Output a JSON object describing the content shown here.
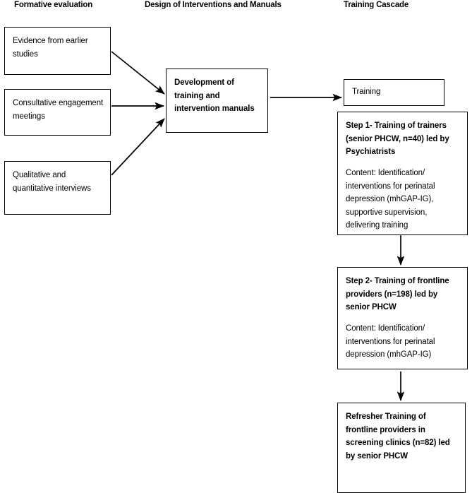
{
  "figure": {
    "type": "flowchart",
    "title": "",
    "columns": [
      {
        "id": "formative-evaluation",
        "label": "Formative evaluation"
      },
      {
        "id": "design-of-interventions",
        "label": "Design of Interventions and Manuals"
      },
      {
        "id": "training-cascade",
        "label": "Training Cascade"
      }
    ],
    "nodes": [
      {
        "id": "evidence-from-earlier-studies",
        "column": "formative-evaluation",
        "text": "Evidence from earlier studies",
        "bold": false
      },
      {
        "id": "consultative-engagement-meetings",
        "column": "formative-evaluation",
        "text": "Consultative engagement meetings",
        "bold": false
      },
      {
        "id": "qualitative-and-quantitative-interviews",
        "column": "formative-evaluation",
        "text": "Qualitative and quantitative interviews",
        "bold": false
      },
      {
        "id": "development-of-training-and-intervention-manuals",
        "column": "design-of-interventions",
        "text": "Development of training and intervention manuals",
        "bold": true
      },
      {
        "id": "training",
        "column": "training-cascade",
        "text": "Training",
        "bold": false
      },
      {
        "id": "step-1",
        "column": "training-cascade",
        "heading": "Step 1- Training of trainers (senior PHCW, n=40) led by Psychiatrists",
        "body": "Content: Identification/ interventions for perinatal depression (mhGAP-IG), supportive supervision, delivering training"
      },
      {
        "id": "step-2",
        "column": "training-cascade",
        "heading": "Step 2- Training of frontline providers (n=198) led by senior PHCW",
        "body": "Content: Identification/ interventions for perinatal depression (mhGAP-IG)"
      },
      {
        "id": "refresher-training",
        "column": "training-cascade",
        "heading": "Refresher Training of frontline providers in screening clinics (n=82) led by senior PHCW",
        "body": ""
      }
    ],
    "connectors": [
      {
        "from": "evidence-from-earlier-studies",
        "to": "development-of-training-and-intervention-manuals",
        "style": "diagonal-down"
      },
      {
        "from": "consultative-engagement-meetings",
        "to": "development-of-training-and-intervention-manuals",
        "style": "horizontal"
      },
      {
        "from": "qualitative-and-quantitative-interviews",
        "to": "development-of-training-and-intervention-manuals",
        "style": "diagonal-up"
      },
      {
        "from": "development-of-training-and-intervention-manuals",
        "to": "training",
        "style": "horizontal"
      },
      {
        "from": "step-1",
        "to": "step-2",
        "style": "vertical"
      },
      {
        "from": "step-2",
        "to": "refresher-training",
        "style": "vertical"
      }
    ],
    "colors": {
      "stroke": "#000000",
      "background": "#ffffff",
      "text": "#000000"
    }
  }
}
